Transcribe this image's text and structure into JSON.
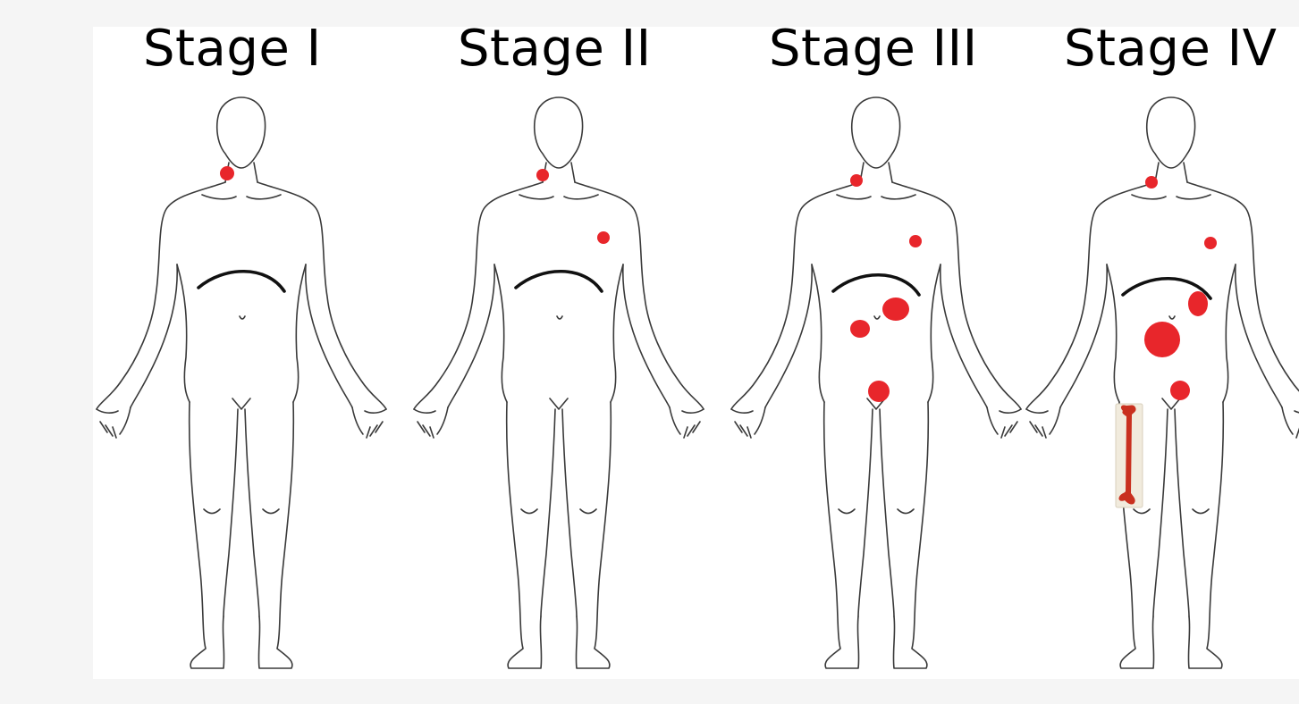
{
  "stages": [
    {
      "title": "Stage I"
    },
    {
      "title": "Stage II"
    },
    {
      "title": "Stage III"
    },
    {
      "title": "Stage IV"
    }
  ],
  "colors": {
    "lesion": "#e8262b",
    "outline": "#3a3a3a",
    "diaphragm": "#111111",
    "bone": "#c9301f"
  }
}
